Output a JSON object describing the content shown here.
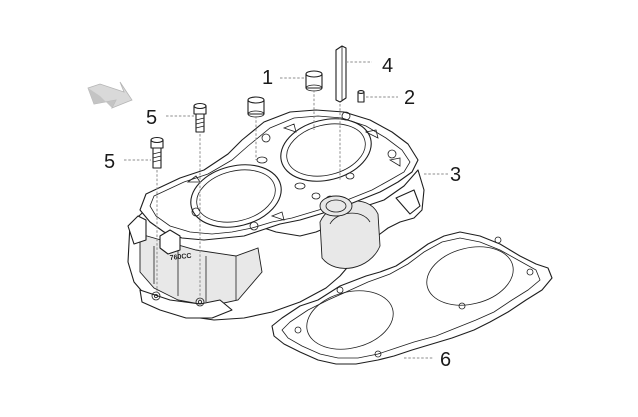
{
  "callouts": [
    {
      "id": "1",
      "label": "1",
      "part": "dowel-sleeve"
    },
    {
      "id": "2",
      "label": "2",
      "part": "pin"
    },
    {
      "id": "3",
      "label": "3",
      "part": "cylinder-block"
    },
    {
      "id": "4",
      "label": "4",
      "part": "guide-rail"
    },
    {
      "id": "5a",
      "label": "5",
      "part": "bolt"
    },
    {
      "id": "5b",
      "label": "5",
      "part": "bolt"
    },
    {
      "id": "6",
      "label": "6",
      "part": "base-gasket"
    }
  ],
  "stamp": {
    "text": "760CC"
  },
  "icons": {
    "orientation": "direction-arrow-icon"
  }
}
